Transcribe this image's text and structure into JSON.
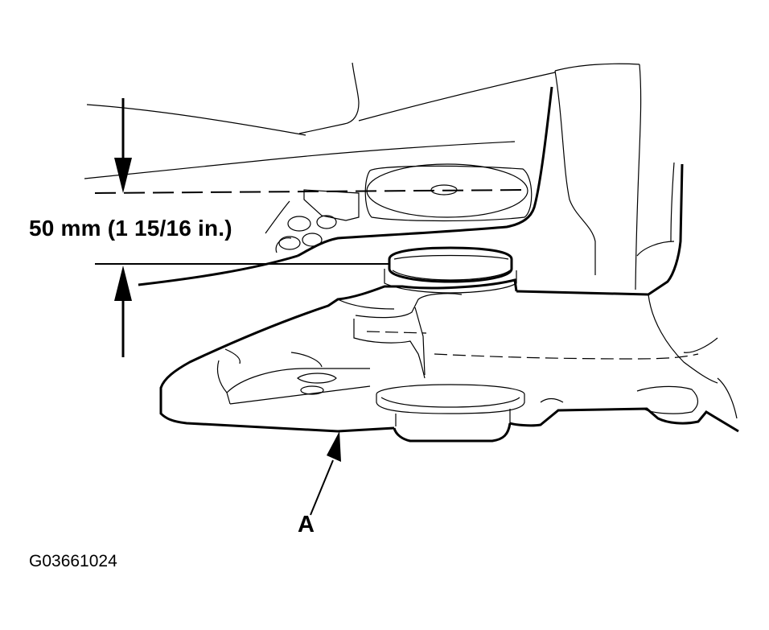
{
  "labels": {
    "dimension": "50 mm (1 15/16 in.)",
    "part": "A",
    "figure_id": "G03661024"
  },
  "colors": {
    "line": "#000000",
    "background": "#ffffff"
  }
}
